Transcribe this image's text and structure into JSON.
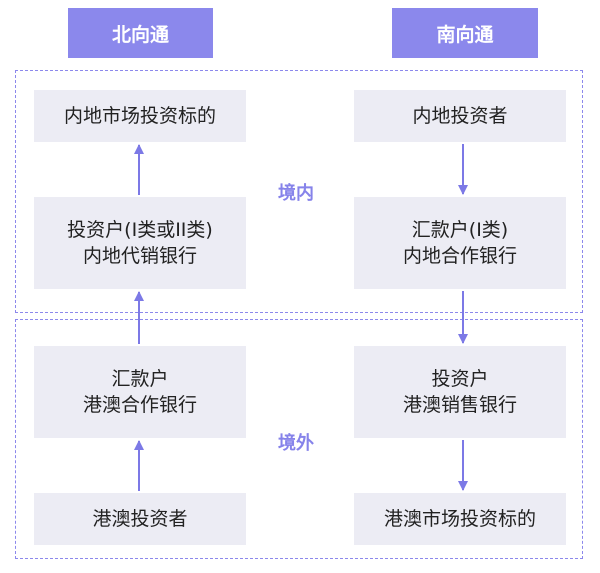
{
  "headers": {
    "northbound": "北向通",
    "southbound": "南向通"
  },
  "regions": {
    "domestic": "境内",
    "overseas": "境外"
  },
  "northbound": {
    "mainland_target": "内地市场投资标的",
    "agent_bank_line1": "投资户(I类或II类)",
    "agent_bank_line2": "内地代销银行",
    "remit_bank_line1": "汇款户",
    "remit_bank_line2": "港澳合作银行",
    "investor": "港澳投资者"
  },
  "southbound": {
    "investor": "内地投资者",
    "remit_bank_line1": "汇款户(I类)",
    "remit_bank_line2": "内地合作银行",
    "sales_bank_line1": "投资户",
    "sales_bank_line2": "港澳销售银行",
    "hkmacau_target": "港澳市场投资标的"
  },
  "colors": {
    "header_bg": "#8b88ec",
    "box_bg": "#ececf4",
    "accent": "#8683ea",
    "arrow": "#7c79e6"
  }
}
